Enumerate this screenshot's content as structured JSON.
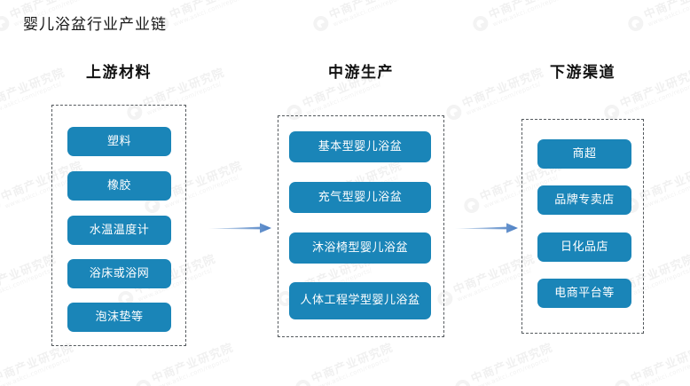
{
  "page": {
    "title": "婴儿浴盆行业产业链",
    "accent_color": "#1a85b8",
    "dashed_border_color": "#555a5e",
    "title_color": "#161616",
    "background": "#ffffff"
  },
  "watermark": {
    "brand": "中商产业研究院",
    "url": "www.askci.com/reports/"
  },
  "columns": [
    {
      "id": "upstream",
      "header": "上游材料",
      "nodes": [
        "塑料",
        "橡胶",
        "水温温度计",
        "浴床或浴网",
        "泡沫垫等"
      ]
    },
    {
      "id": "midstream",
      "header": "中游生产",
      "nodes": [
        "基本型婴儿浴盆",
        "充气型婴儿浴盆",
        "沐浴椅型婴儿浴盆",
        "人体工程学型婴儿浴盆"
      ]
    },
    {
      "id": "downstream",
      "header": "下游渠道",
      "nodes": [
        "商超",
        "品牌专卖店",
        "日化品店",
        "电商平台等"
      ]
    }
  ],
  "arrows": [
    {
      "id": "arrow-upstream-to-midstream",
      "direction": "right"
    },
    {
      "id": "arrow-midstream-to-downstream",
      "direction": "right"
    }
  ]
}
